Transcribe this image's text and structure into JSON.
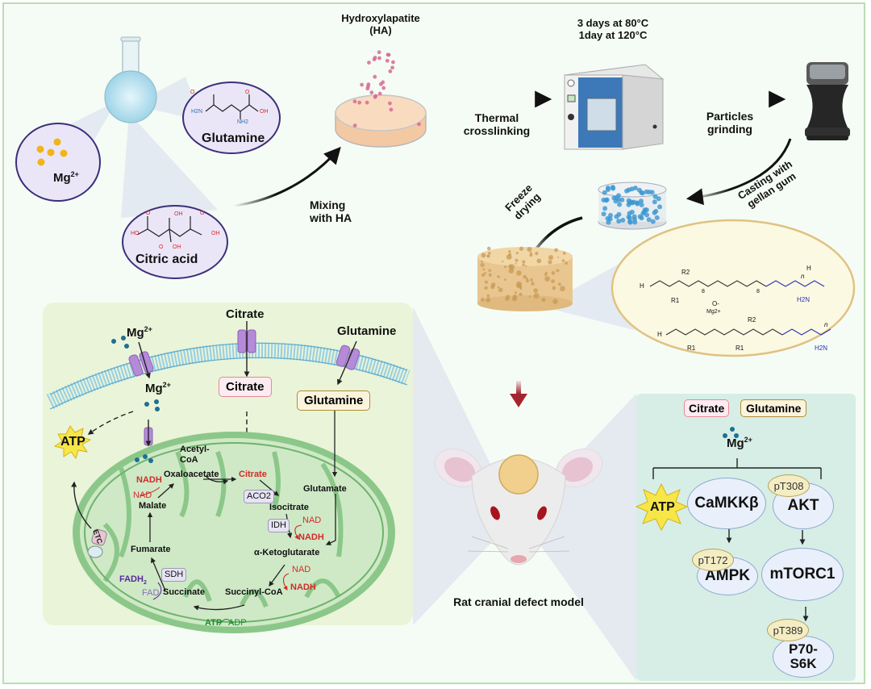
{
  "synthesis": {
    "ingredients": {
      "magnesium": "Mg",
      "magnesium_charge": "2+",
      "glutamine": "Glutamine",
      "glutamine_atoms": [
        "O",
        "O",
        "H2N",
        "OH",
        "NH2"
      ],
      "citric_acid": "Citric acid",
      "citric_atoms": [
        "O",
        "OH",
        "O",
        "HO",
        "OH",
        "O",
        "OH"
      ]
    },
    "steps": {
      "ha_title_line1": "Hydroxylapatite",
      "ha_title_line2": "(HA)",
      "mixing_line1": "Mixing",
      "mixing_line2": "with HA",
      "thermal_line1": "Thermal",
      "thermal_line2": "crosslinking",
      "oven_line1": "3 days at 80°C",
      "oven_line2": "1day at 120°C",
      "grinding_line1": "Particles",
      "grinding_line2": "grinding",
      "casting_line1": "Casting with",
      "casting_line2": "gellan gum",
      "freeze_line1": "Freeze",
      "freeze_line2": "drying"
    },
    "polymer_labels": [
      "H",
      "R2",
      "R1",
      "O-",
      "Mg2+",
      "8",
      "8",
      "n",
      "H",
      "H2N",
      "R1",
      "R1",
      "R2",
      "n",
      "H",
      "H2N"
    ]
  },
  "model": {
    "label": "Rat cranial defect model"
  },
  "cell": {
    "mg_outside": "Mg",
    "mg_inside": "Mg",
    "charge": "2+",
    "citrate_outside": "Citrate",
    "glutamine_outside": "Glutamine",
    "citrate_box": "Citrate",
    "glutamine_box": "Glutamine",
    "atp": "ATP",
    "etc": "ETC",
    "tca": {
      "acetyl_coa_1": "Acetyl-",
      "acetyl_coa_2": "CoA",
      "oxaloacetate": "Oxaloacetate",
      "citrate": "Citrate",
      "aco2": "ACO2",
      "isocitrate": "Isocitrate",
      "idh": "IDH",
      "nad1": "NAD",
      "nadh1": "NADH",
      "glutamate": "Glutamate",
      "akg": "α-Ketoglutarate",
      "nad2": "NAD",
      "nadh2": "NADH",
      "succinyl_coa": "Succinyl-CoA",
      "atp": "ATP",
      "adp": "ADP",
      "succinate": "Succinate",
      "sdh": "SDH",
      "fadh2": "FADH",
      "fadh2_sub": "2",
      "fad": "FAD",
      "fumarate": "Fumarate",
      "malate": "Malate",
      "nad3": "NAD",
      "nadh3": "NADH"
    }
  },
  "signaling": {
    "citrate": "Citrate",
    "glutamine": "Glutamine",
    "mg": "Mg",
    "charge": "2+",
    "atp": "ATP",
    "camkkb": "CaMKKβ",
    "akt": "AKT",
    "pt308": "pT308",
    "ampk": "AMPK",
    "pt172": "pT172",
    "mtorc1": "mTORC1",
    "p70_line1": "P70-",
    "p70_line2": "S6K",
    "pt389": "pT389"
  },
  "colors": {
    "frame_border": "#bcdcb4",
    "background": "#f5fcf5",
    "left_panel": "#eaf4d8",
    "right_panel": "#d6eee6",
    "bubble_fill": "#ebe6f7",
    "bubble_border": "#3a2f7a",
    "mito_outer": "#8cc78a",
    "mito_inner": "#cfe9c6",
    "membrane": "#8fcbe3",
    "channel": "#b48ad9",
    "red_text": "#d42a2a",
    "purple_text": "#5b2a9a",
    "green_text": "#1e8a2e",
    "atp_star": "#f7e648",
    "arrow_red": "#a5242f"
  }
}
